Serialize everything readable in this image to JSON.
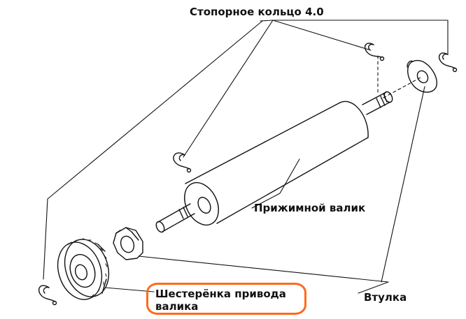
{
  "labels": {
    "retaining_ring": "Стопорное кольцо 4.0",
    "pressure_roller": "Прижимной валик",
    "bushing": "Втулка",
    "gear_line1": "Шестерёнка привода",
    "gear_line2": "валика"
  },
  "colors": {
    "line": "#111111",
    "highlight": "#ff6a1a",
    "background": "#ffffff"
  }
}
